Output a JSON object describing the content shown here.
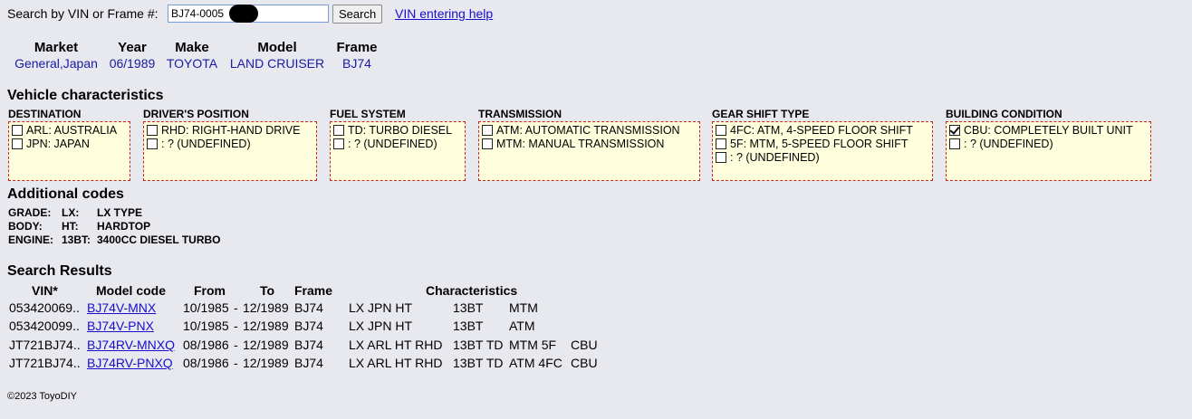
{
  "search": {
    "label": "Search by VIN or Frame #:",
    "value": "BJ74-0005",
    "button": "Search",
    "help": "VIN entering help"
  },
  "summary": {
    "headers": [
      "Market",
      "Year",
      "Make",
      "Model",
      "Frame"
    ],
    "values": [
      "General,Japan",
      "06/1989",
      "TOYOTA",
      "LAND CRUISER",
      "BJ74"
    ]
  },
  "characteristics": {
    "title": "Vehicle characteristics",
    "groups": [
      {
        "title": "DESTINATION",
        "options": [
          {
            "label": "ARL: AUSTRALIA",
            "checked": false
          },
          {
            "label": "JPN: JAPAN",
            "checked": false
          }
        ]
      },
      {
        "title": "DRIVER'S POSITION",
        "options": [
          {
            "label": "RHD: RIGHT-HAND DRIVE",
            "checked": false
          },
          {
            "label": ": ? (UNDEFINED)",
            "checked": false
          }
        ]
      },
      {
        "title": "FUEL SYSTEM",
        "options": [
          {
            "label": "TD: TURBO DIESEL",
            "checked": false
          },
          {
            "label": ": ? (UNDEFINED)",
            "checked": false
          }
        ]
      },
      {
        "title": "TRANSMISSION",
        "options": [
          {
            "label": "ATM: AUTOMATIC TRANSMISSION",
            "checked": false
          },
          {
            "label": "MTM: MANUAL TRANSMISSION",
            "checked": false
          }
        ]
      },
      {
        "title": "GEAR SHIFT TYPE",
        "options": [
          {
            "label": "4FC: ATM, 4-SPEED FLOOR SHIFT",
            "checked": false
          },
          {
            "label": "5F: MTM, 5-SPEED FLOOR SHIFT",
            "checked": false
          },
          {
            "label": ": ? (UNDEFINED)",
            "checked": false
          }
        ]
      },
      {
        "title": "BUILDING CONDITION",
        "options": [
          {
            "label": "CBU: COMPLETELY BUILT UNIT",
            "checked": true
          },
          {
            "label": ": ? (UNDEFINED)",
            "checked": false
          }
        ]
      }
    ]
  },
  "additional": {
    "title": "Additional codes",
    "rows": [
      {
        "name": "GRADE:",
        "code": "LX:",
        "desc": "LX TYPE"
      },
      {
        "name": "BODY:",
        "code": "HT:",
        "desc": "HARDTOP"
      },
      {
        "name": "ENGINE:",
        "code": "13BT:",
        "desc": "3400CC DIESEL TURBO"
      }
    ]
  },
  "results": {
    "title": "Search Results",
    "headers": {
      "vin": "VIN*",
      "model": "Model code",
      "from": "From",
      "to": "To",
      "frame": "Frame",
      "chars": "Characteristics"
    },
    "rows": [
      {
        "vin": "053420069..",
        "model": "BJ74V-MNX",
        "from": "10/1985",
        "to": "12/1989",
        "frame": "BJ74",
        "c": [
          "LX JPN HT",
          "13BT",
          "MTM",
          ""
        ]
      },
      {
        "vin": "053420099..",
        "model": "BJ74V-PNX",
        "from": "10/1985",
        "to": "12/1989",
        "frame": "BJ74",
        "c": [
          "LX JPN HT",
          "13BT",
          "ATM",
          ""
        ]
      },
      {
        "vin": "JT721BJ74..",
        "model": "BJ74RV-MNXQ",
        "from": "08/1986",
        "to": "12/1989",
        "frame": "BJ74",
        "c": [
          "LX ARL HT RHD",
          "13BT TD",
          "MTM 5F",
          "CBU"
        ]
      },
      {
        "vin": "JT721BJ74..",
        "model": "BJ74RV-PNXQ",
        "from": "08/1986",
        "to": "12/1989",
        "frame": "BJ74",
        "c": [
          "LX ARL HT RHD",
          "13BT TD",
          "ATM 4FC",
          "CBU"
        ]
      }
    ]
  },
  "footer": "©2023 ToyoDIY"
}
